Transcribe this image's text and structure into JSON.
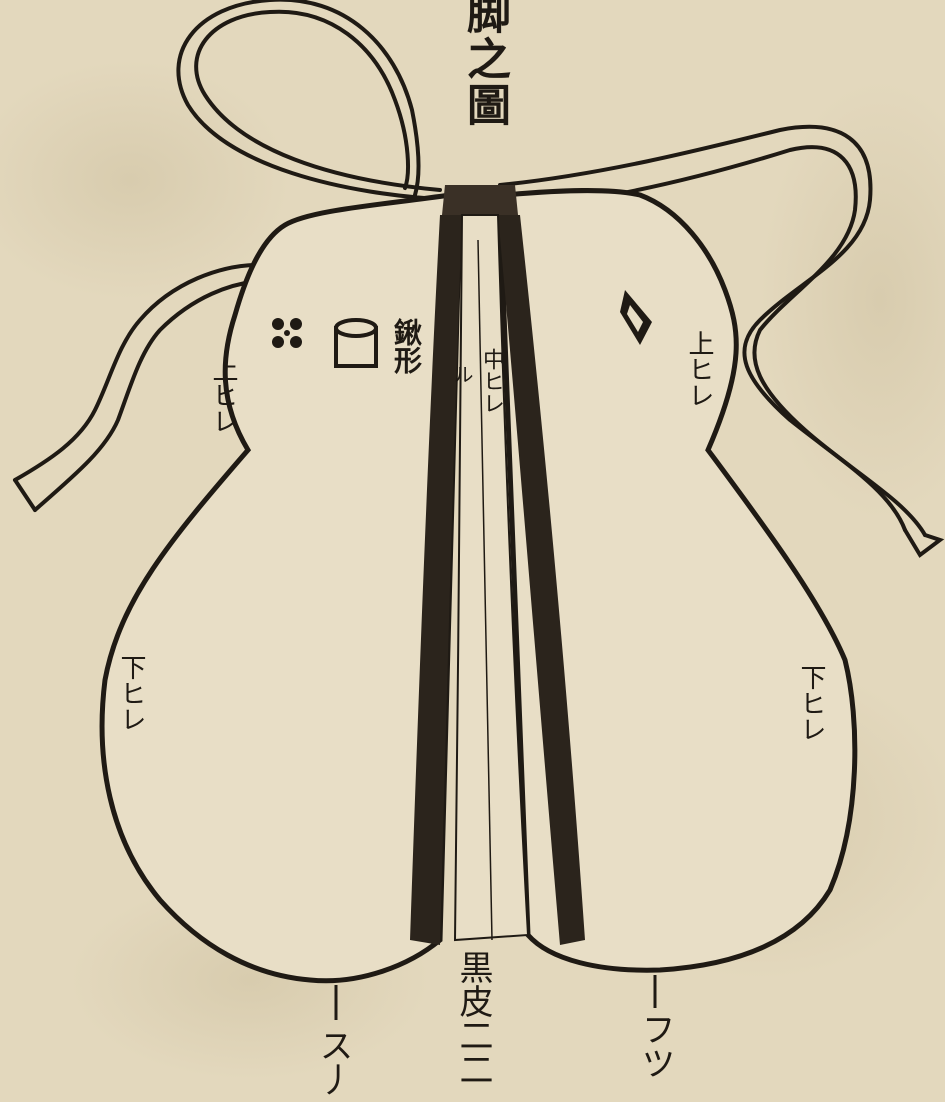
{
  "title": "脚之圖",
  "labels": {
    "ue_left": "上ヒレ",
    "ue_right": "上ヒレ",
    "shita_left": "下ヒレ",
    "shita_right": "下ヒレ",
    "kaku": "鍬形",
    "naka": "中ヒレ",
    "small_n": "ル",
    "bottom": "黒皮二二",
    "ita": "ス丿",
    "fu": "フツ"
  },
  "colors": {
    "paper": "#e3d8bd",
    "ink": "#1f1a14",
    "fill": "#e8dec6"
  },
  "icons": [
    "cross-crest-icon",
    "cylinder-crest-icon",
    "diamond-crest-icon"
  ]
}
